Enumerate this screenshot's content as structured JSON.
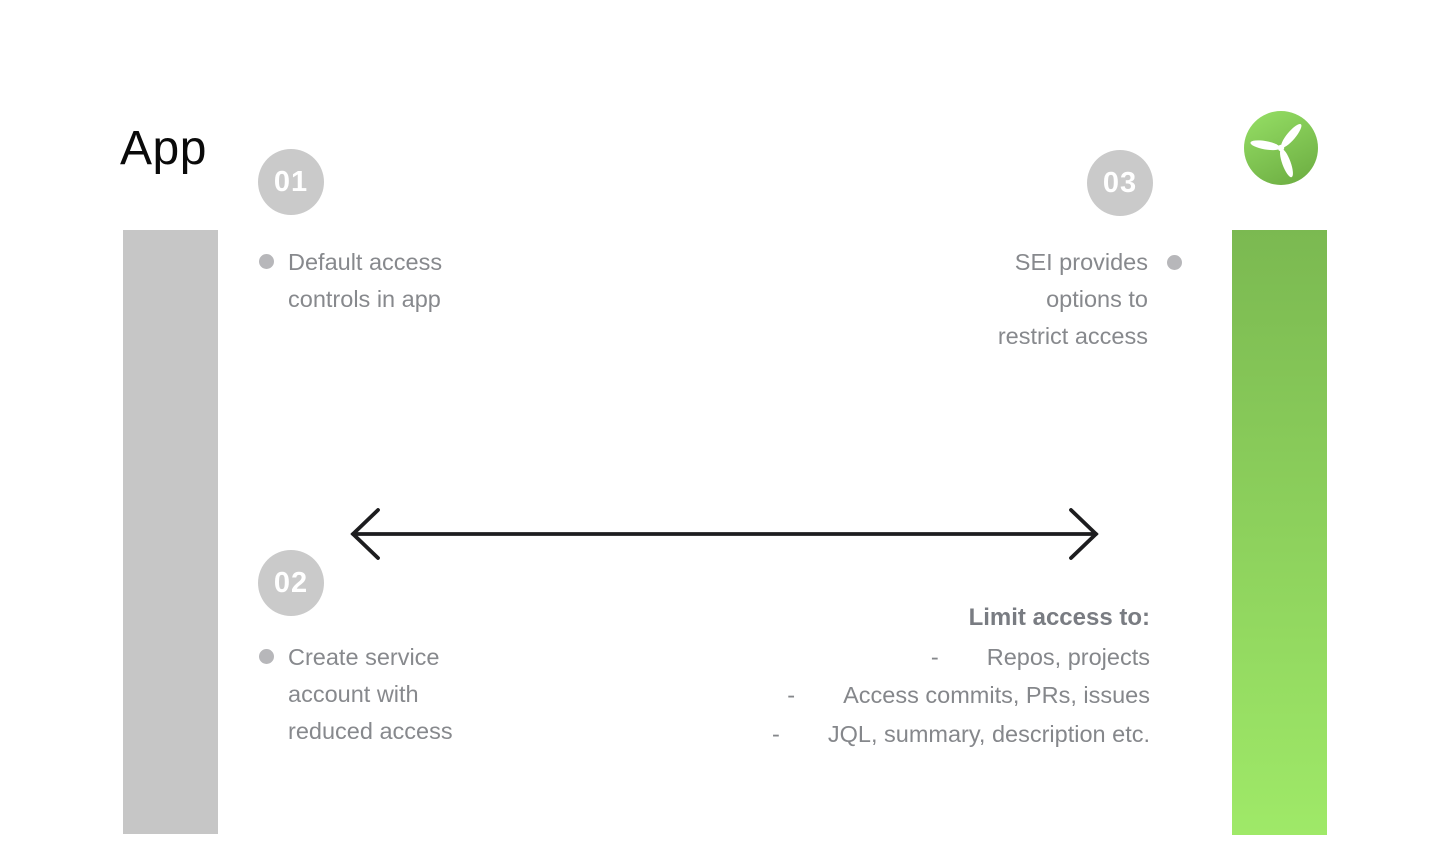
{
  "header": {
    "title": "App"
  },
  "steps": [
    {
      "number": "01",
      "lines": [
        "Default access",
        "controls in app"
      ]
    },
    {
      "number": "02",
      "lines": [
        "Create service",
        "account with",
        "reduced access"
      ]
    },
    {
      "number": "03",
      "lines": [
        "SEI provides",
        "options to",
        "restrict access"
      ]
    }
  ],
  "limit": {
    "title": "Limit access to:",
    "dash": "-",
    "items": [
      "Repos, projects",
      "Access commits, PRs, issues",
      "JQL, summary, description etc."
    ]
  },
  "icons": {
    "logo": "propeller-circle-icon",
    "arrow": "double-headed-arrow",
    "bullet": "dot"
  },
  "colors": {
    "background": "#ffffff",
    "bar_gray": "#c6c6c6",
    "badge_gray": "#cacaca",
    "body_text_gray": "#87898d",
    "limit_title_gray": "#797c82",
    "title_black": "#0a0a0a",
    "bullet_gray": "#b7b7ba",
    "arrow_black": "#1d1d1f",
    "green_bar_top": "#7bb951",
    "green_bar_bottom": "#9fe968",
    "logo_green_light": "#93dc63",
    "logo_green_dark": "#6fb044"
  }
}
